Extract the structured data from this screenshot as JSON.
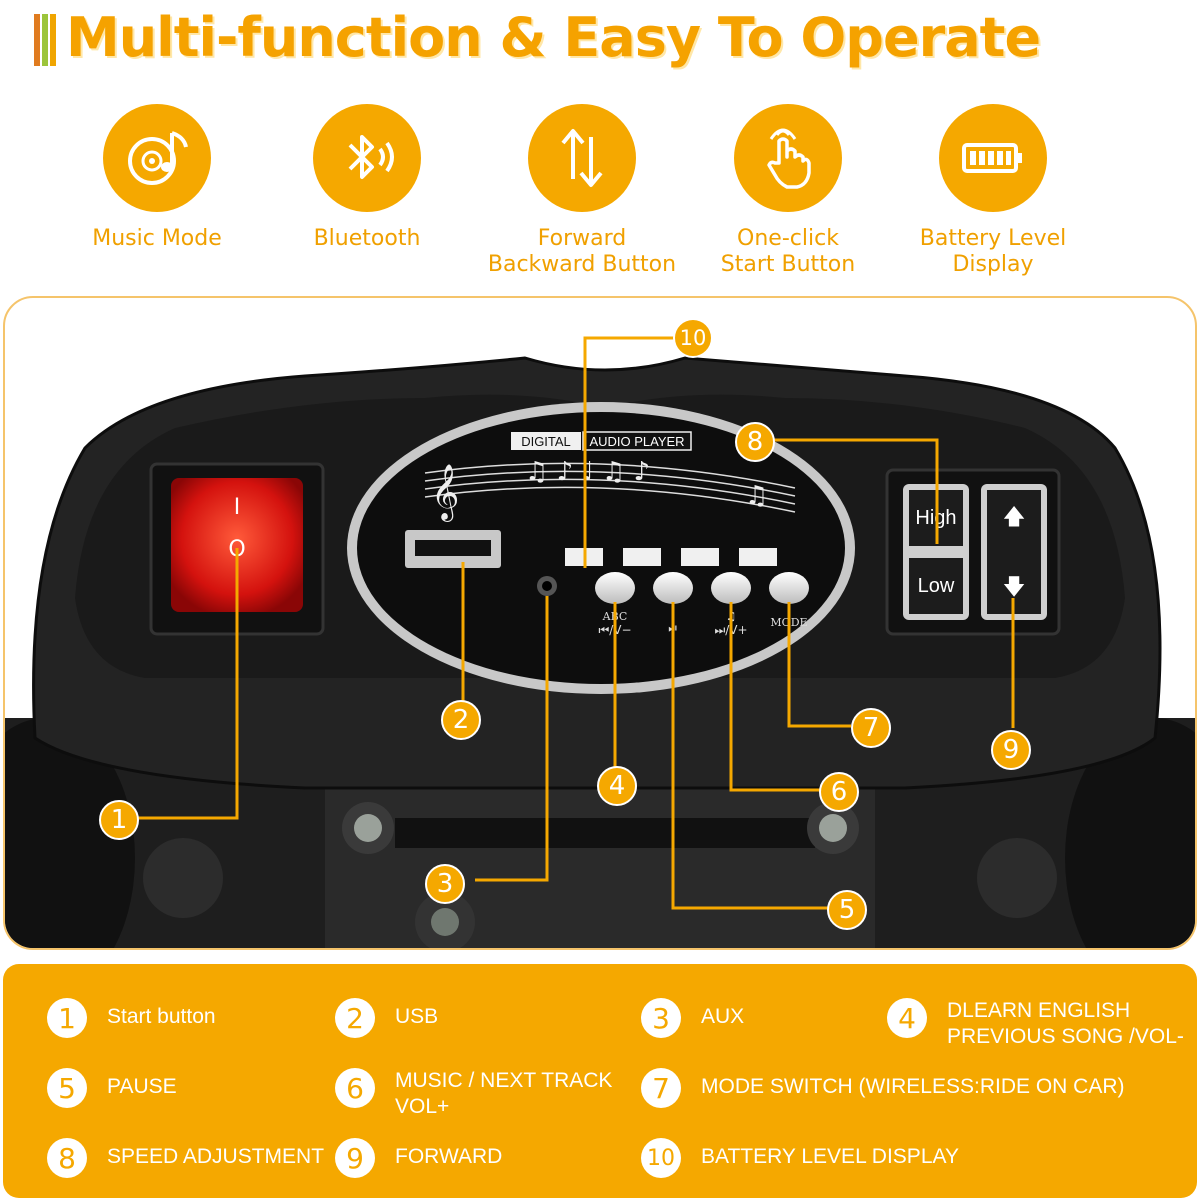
{
  "title": "Multi-function & Easy To Operate",
  "colors": {
    "accent": "#f5a800",
    "title": "#f5a200",
    "bar1": "#e07b1f",
    "bar2": "#9cc53b"
  },
  "features": [
    {
      "icon": "music-disc-icon",
      "label": "Music Mode"
    },
    {
      "icon": "bluetooth-icon",
      "label": "Bluetooth"
    },
    {
      "icon": "up-down-arrows-icon",
      "label": "Forward\nBackward Button"
    },
    {
      "icon": "hand-tap-icon",
      "label": "One-click\nStart Button"
    },
    {
      "icon": "battery-icon",
      "label": "Battery Level\nDisplay"
    }
  ],
  "player": {
    "digital": "DIGITAL",
    "audio_player": "AUDIO PLAYER",
    "btn_labels": [
      "ABC",
      "MODE"
    ],
    "speed_high": "High",
    "speed_low": "Low",
    "switch_on": "I",
    "switch_off": "O"
  },
  "callouts": [
    "1",
    "2",
    "3",
    "4",
    "5",
    "6",
    "7",
    "8",
    "9",
    "10"
  ],
  "legend": [
    {
      "num": "1",
      "text": "Start button"
    },
    {
      "num": "2",
      "text": "USB"
    },
    {
      "num": "3",
      "text": "AUX"
    },
    {
      "num": "4",
      "text": "DLEARN ENGLISH\nPREVIOUS SONG /VOL-"
    },
    {
      "num": "5",
      "text": "PAUSE"
    },
    {
      "num": "6",
      "text": "MUSIC / NEXT TRACK\nVOL+"
    },
    {
      "num": "7",
      "text": "MODE SWITCH (WIRELESS:RIDE ON CAR)"
    },
    {
      "num": "8",
      "text": "SPEED ADJUSTMENT"
    },
    {
      "num": "9",
      "text": "FORWARD"
    },
    {
      "num": "10",
      "text": "BATTERY LEVEL DISPLAY"
    }
  ]
}
